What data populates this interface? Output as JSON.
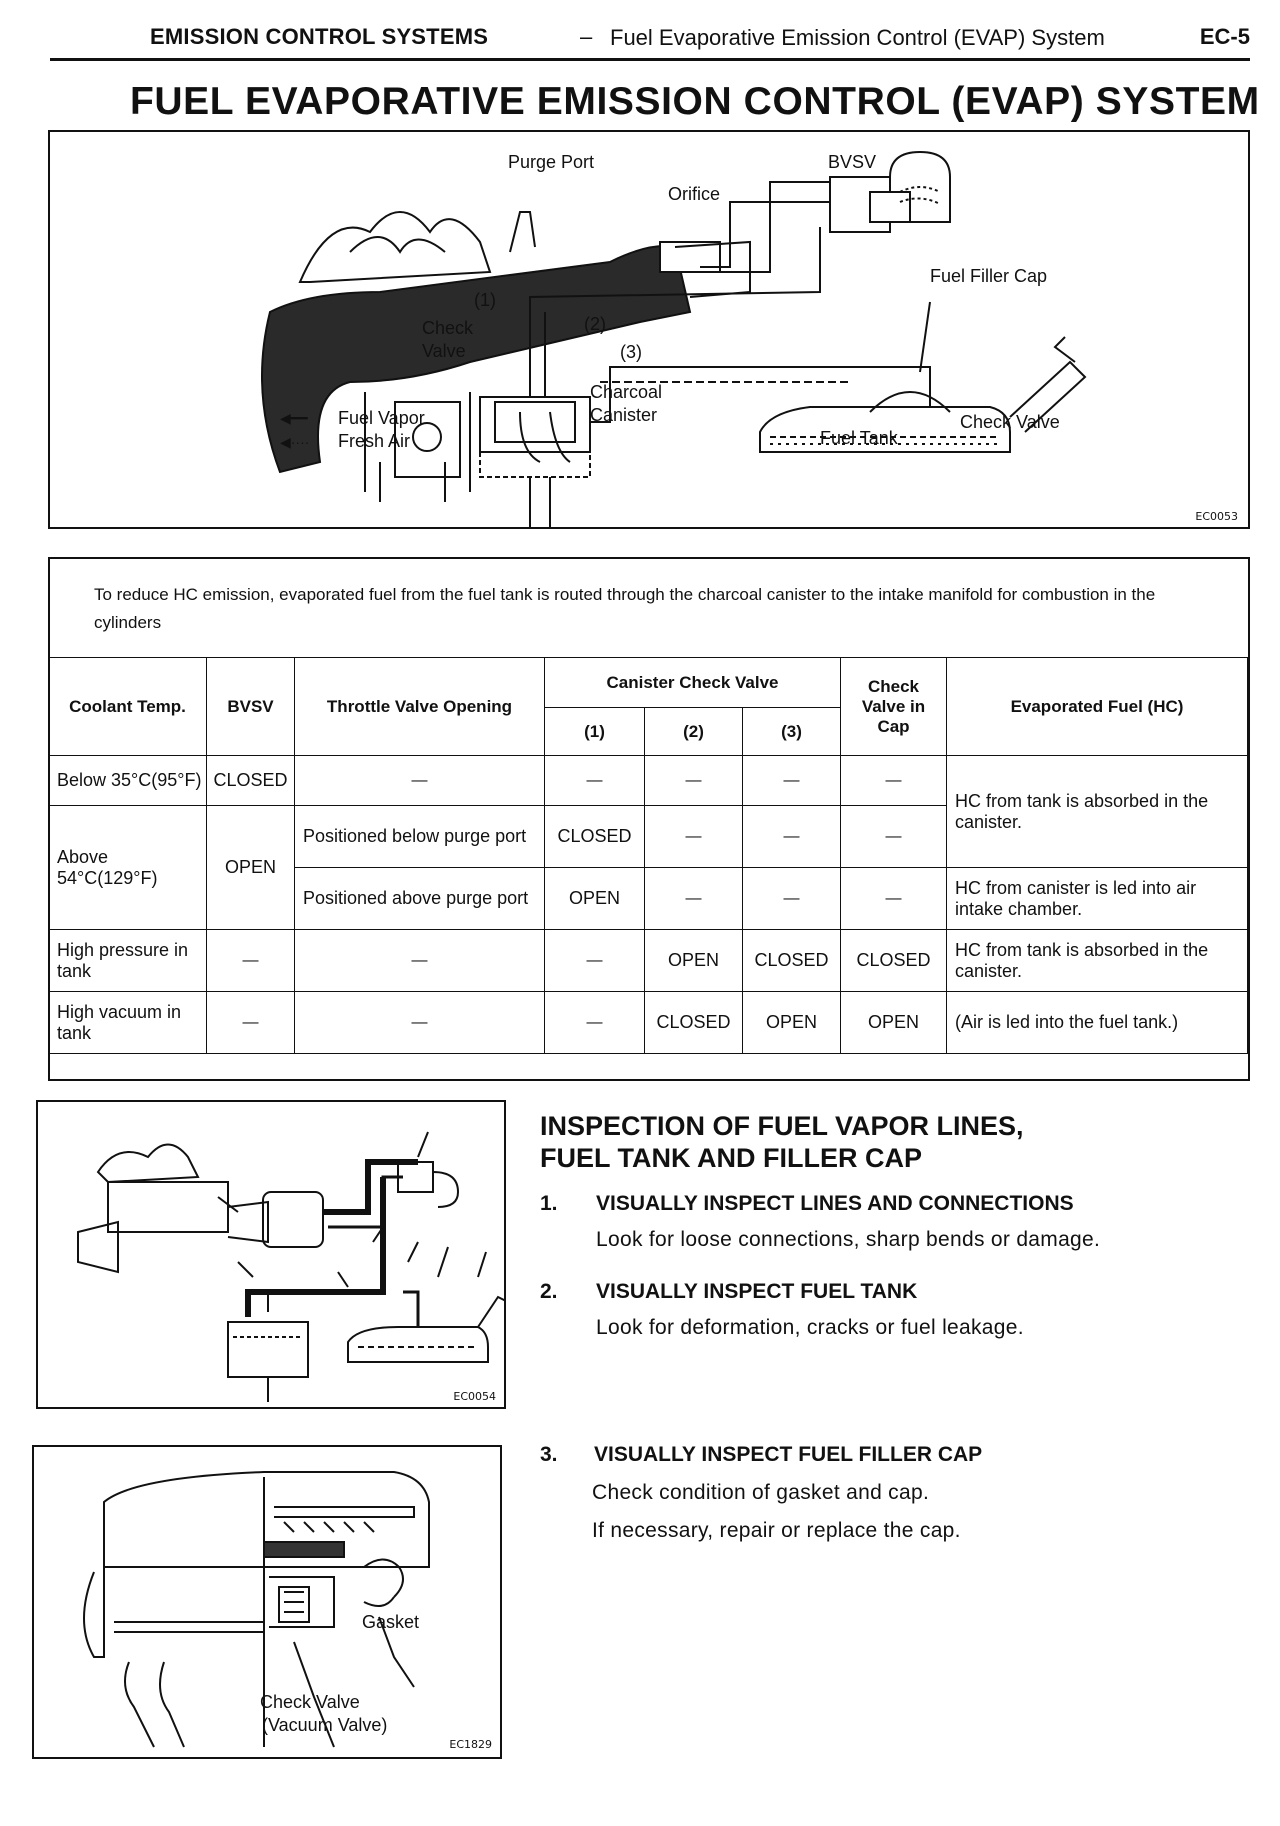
{
  "header": {
    "section": "EMISSION CONTROL SYSTEMS",
    "dash": "–",
    "subsection": "Fuel Evaporative Emission Control (EVAP) System",
    "page": "EC-5"
  },
  "title": "FUEL EVAPORATIVE EMISSION CONTROL (EVAP) SYSTEM",
  "figure1": {
    "labels": {
      "purge_port": "Purge Port",
      "orifice": "Orifice",
      "bvsv": "BVSV",
      "fuel_filler_cap": "Fuel Filler Cap",
      "n1": "(1)",
      "n2": "(2)",
      "n3": "(3)",
      "check_valve_1": "Check",
      "check_valve_2": "Valve",
      "charcoal_1": "Charcoal",
      "charcoal_2": "Canister",
      "fuel_tank": "Fuel Tank",
      "check_valve": "Check Valve"
    },
    "legend": [
      {
        "symbol": "◀━━",
        "label": "Fuel Vapor"
      },
      {
        "symbol": "◀····",
        "label": "Fresh Air"
      }
    ],
    "code": "EC0053"
  },
  "table": {
    "intro": "To reduce HC emission, evaporated fuel from the fuel tank is routed through the charcoal canister to the intake manifold for combustion in the cylinders",
    "headers": {
      "coolant": "Coolant Temp.",
      "bvsv": "BVSV",
      "throttle": "Throttle Valve Opening",
      "canister": "Canister Check Valve",
      "c1": "(1)",
      "c2": "(2)",
      "c3": "(3)",
      "cap_1": "Check",
      "cap_2": "Valve in",
      "cap_3": "Cap",
      "hc": "Evaporated Fuel (HC)"
    },
    "rows": {
      "r1": {
        "coolant": "Below 35°C(95°F)",
        "bvsv": "CLOSED",
        "throttle": "—",
        "c1": "—",
        "c2": "—",
        "c3": "—",
        "cap": "—"
      },
      "r2": {
        "coolant": "Above 54°C(129°F)",
        "bvsv": "OPEN",
        "throttle": "Positioned below purge port",
        "c1": "CLOSED",
        "c2": "—",
        "c3": "—",
        "cap": "—"
      },
      "r3": {
        "throttle": "Positioned above purge port",
        "c1": "OPEN",
        "c2": "—",
        "c3": "—",
        "cap": "—"
      },
      "r4": {
        "coolant": "High pressure in tank",
        "bvsv": "—",
        "throttle": "—",
        "c1": "—",
        "c2": "OPEN",
        "c3": "CLOSED",
        "cap": "CLOSED"
      },
      "r5": {
        "coolant": "High vacuum in tank",
        "bvsv": "—",
        "throttle": "—",
        "c1": "—",
        "c2": "CLOSED",
        "c3": "OPEN",
        "cap": "OPEN"
      }
    },
    "hc": {
      "a": "HC from tank is absorbed in the canister.",
      "b": "HC from canister is led into air intake chamber.",
      "c": "HC from tank is absorbed in the canister.",
      "d": "(Air is led into the fuel tank.)"
    }
  },
  "figure2": {
    "code": "EC0054"
  },
  "figure3": {
    "labels": {
      "gasket": "Gasket",
      "check_valve_1": "Check Valve",
      "check_valve_2": "(Vacuum Valve)"
    },
    "code": "EC1829"
  },
  "inspection": {
    "heading_1": "INSPECTION OF FUEL VAPOR LINES,",
    "heading_2": "FUEL TANK AND FILLER CAP",
    "steps": [
      {
        "num": "1.",
        "title": "VISUALLY INSPECT LINES AND CONNECTIONS",
        "text": [
          "Look for loose connections, sharp bends or damage."
        ]
      },
      {
        "num": "2.",
        "title": "VISUALLY INSPECT FUEL TANK",
        "text": [
          "Look for deformation, cracks or fuel leakage."
        ]
      },
      {
        "num": "3.",
        "title": "VISUALLY INSPECT FUEL FILLER CAP",
        "text": [
          "Check condition of gasket and cap.",
          "If necessary, repair or replace the cap."
        ]
      }
    ]
  }
}
